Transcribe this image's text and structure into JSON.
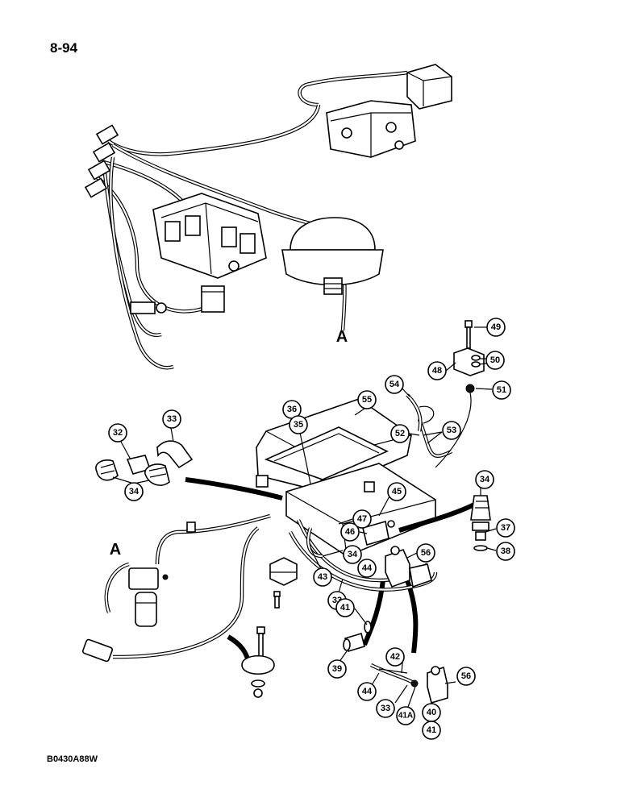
{
  "header": {
    "page_number": "8-94"
  },
  "footer": {
    "figure_code": "B0430A88W"
  },
  "diagram": {
    "connector_letters": [
      "A",
      "A"
    ],
    "callouts": [
      "49",
      "50",
      "48",
      "51",
      "54",
      "55",
      "36",
      "35",
      "52",
      "53",
      "32",
      "33",
      "34",
      "45",
      "47",
      "46",
      "34",
      "37",
      "38",
      "56",
      "34",
      "44",
      "43",
      "33",
      "41",
      "39",
      "42",
      "56",
      "44",
      "33",
      "41A",
      "40",
      "41"
    ]
  }
}
